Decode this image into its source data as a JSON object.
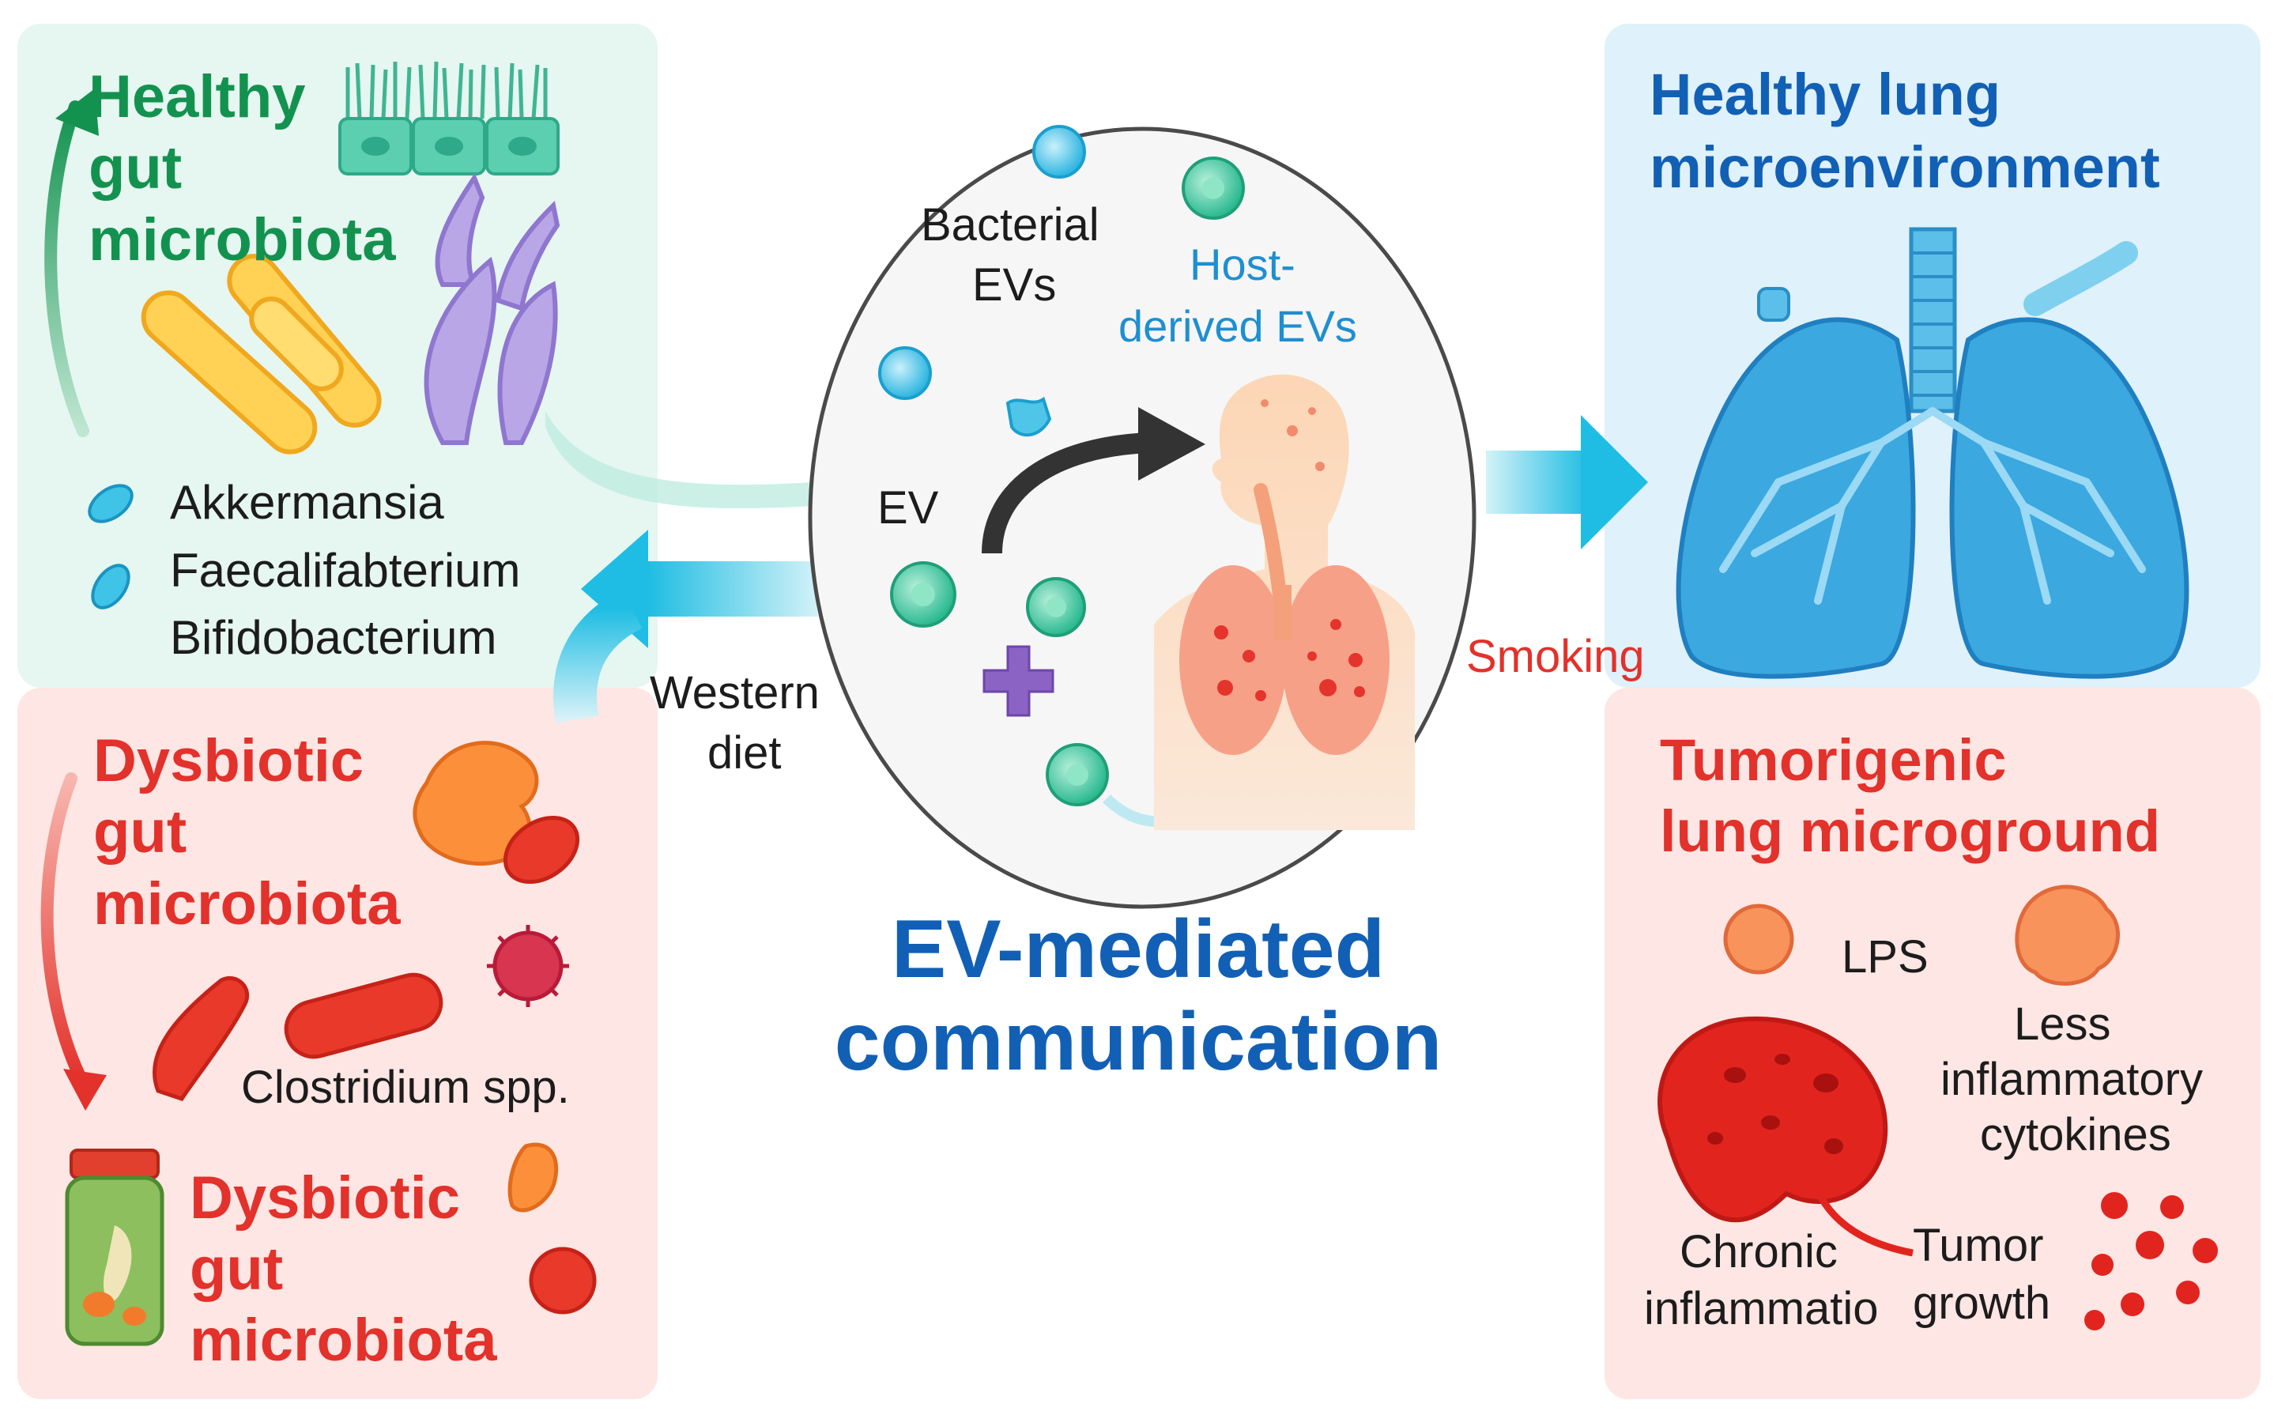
{
  "gut_panel": {
    "healthy_title": [
      "Healthy",
      "gut",
      "microbiota"
    ],
    "healthy_taxa": [
      "Akkermansia",
      "Faecalifabterium",
      "Bifidobacterium"
    ],
    "dysbiotic_title_1": [
      "Dysbiotic",
      "gut",
      "microbiota"
    ],
    "dysbiotic_taxa": "Clostridium spp.",
    "dysbiotic_title_2": [
      "Dysbiotic",
      "gut",
      "microbiota"
    ],
    "diet_label": [
      "Western",
      "diet"
    ]
  },
  "center": {
    "bacterial_evs": [
      "Bacterial",
      "EVs"
    ],
    "host_evs": [
      "Host-",
      "derived EVs"
    ],
    "ev_label": "EV",
    "main_title": [
      "EV-mediated",
      "communication"
    ]
  },
  "lung_panel": {
    "healthy_title": [
      "Healthy lung",
      "microenvironment"
    ],
    "smoking_label": "Smoking",
    "tumor_title": [
      "Tumorigenic",
      "lung microground"
    ],
    "lps_label": "LPS",
    "cytokines_label": [
      "Less",
      "inflammatory",
      "cytokines"
    ],
    "inflammation_label": [
      "Chronic",
      "inflammatio"
    ],
    "tumor_growth_label": [
      "Tumor",
      "growth"
    ]
  },
  "colors": {
    "healthy_gut_bg": "#e6f6f1",
    "dysbiotic_bg": "#fde6e3",
    "healthy_lung_bg": "#dff1fa",
    "tumor_bg": "#fde6e3",
    "green_text": "#13924f",
    "red_text": "#e3312b",
    "blue_text": "#1260b5",
    "lung_blue": "#2a9ad6",
    "arrow_cyan": "#28c0e3"
  }
}
